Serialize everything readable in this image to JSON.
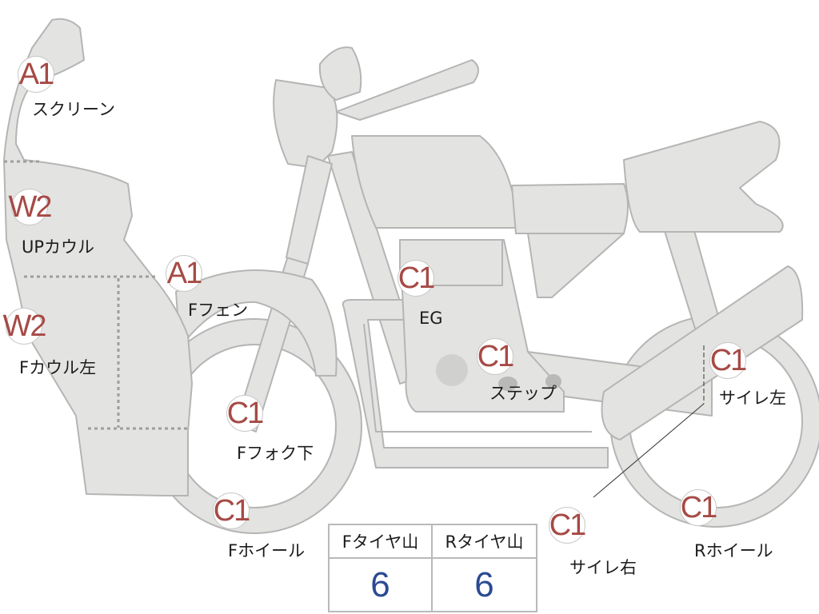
{
  "colors": {
    "grade_text": "#a64a45",
    "value_text": "#2b4a93",
    "part_fill": "#e3e3e1",
    "part_stroke": "#b5b5b5"
  },
  "parts": [
    {
      "id": "screen",
      "grade": "A1",
      "label": "スクリーン"
    },
    {
      "id": "upper-cowl",
      "grade": "W2",
      "label": "UPカウル"
    },
    {
      "id": "front-fender",
      "grade": "A1",
      "label": "Fフェン"
    },
    {
      "id": "front-cowl-left",
      "grade": "W2",
      "label": "Fカウル左"
    },
    {
      "id": "engine",
      "grade": "C1",
      "label": "EG"
    },
    {
      "id": "step",
      "grade": "C1",
      "label": "ステップ"
    },
    {
      "id": "front-fork-lower",
      "grade": "C1",
      "label": "Fフォク下"
    },
    {
      "id": "front-wheel",
      "grade": "C1",
      "label": "Fホイール"
    },
    {
      "id": "silencer-left",
      "grade": "C1",
      "label": "サイレ左"
    },
    {
      "id": "silencer-right",
      "grade": "C1",
      "label": "サイレ右"
    },
    {
      "id": "rear-wheel",
      "grade": "C1",
      "label": "Rホイール"
    }
  ],
  "tire_table": {
    "headers": [
      "Fタイヤ山",
      "Rタイヤ山"
    ],
    "values": [
      "6",
      "6"
    ]
  }
}
